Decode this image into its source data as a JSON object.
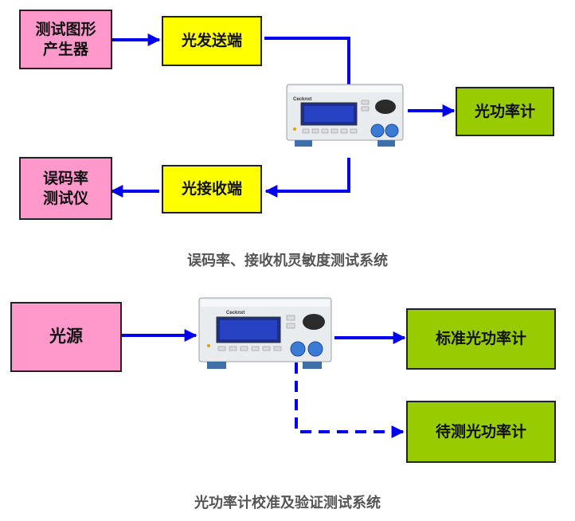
{
  "diagram1": {
    "pattern_generator": "测试图形\n产生器",
    "optical_transmitter": "光发送端",
    "power_meter": "光功率计",
    "ber_tester": "误码率\n测试仪",
    "optical_receiver": "光接收端",
    "caption": "误码率、接收机灵敏度测试系统"
  },
  "diagram2": {
    "light_source": "光源",
    "standard_meter": "标准光功率计",
    "meter_under_test": "待测光功率计",
    "caption": "光功率计校准及验证测试系统"
  },
  "device": {
    "brand": "Cecknxt"
  },
  "colors": {
    "pink": "#ff99cc",
    "yellow": "#ffff00",
    "green": "#99cc00",
    "arrow": "#0000ee"
  }
}
